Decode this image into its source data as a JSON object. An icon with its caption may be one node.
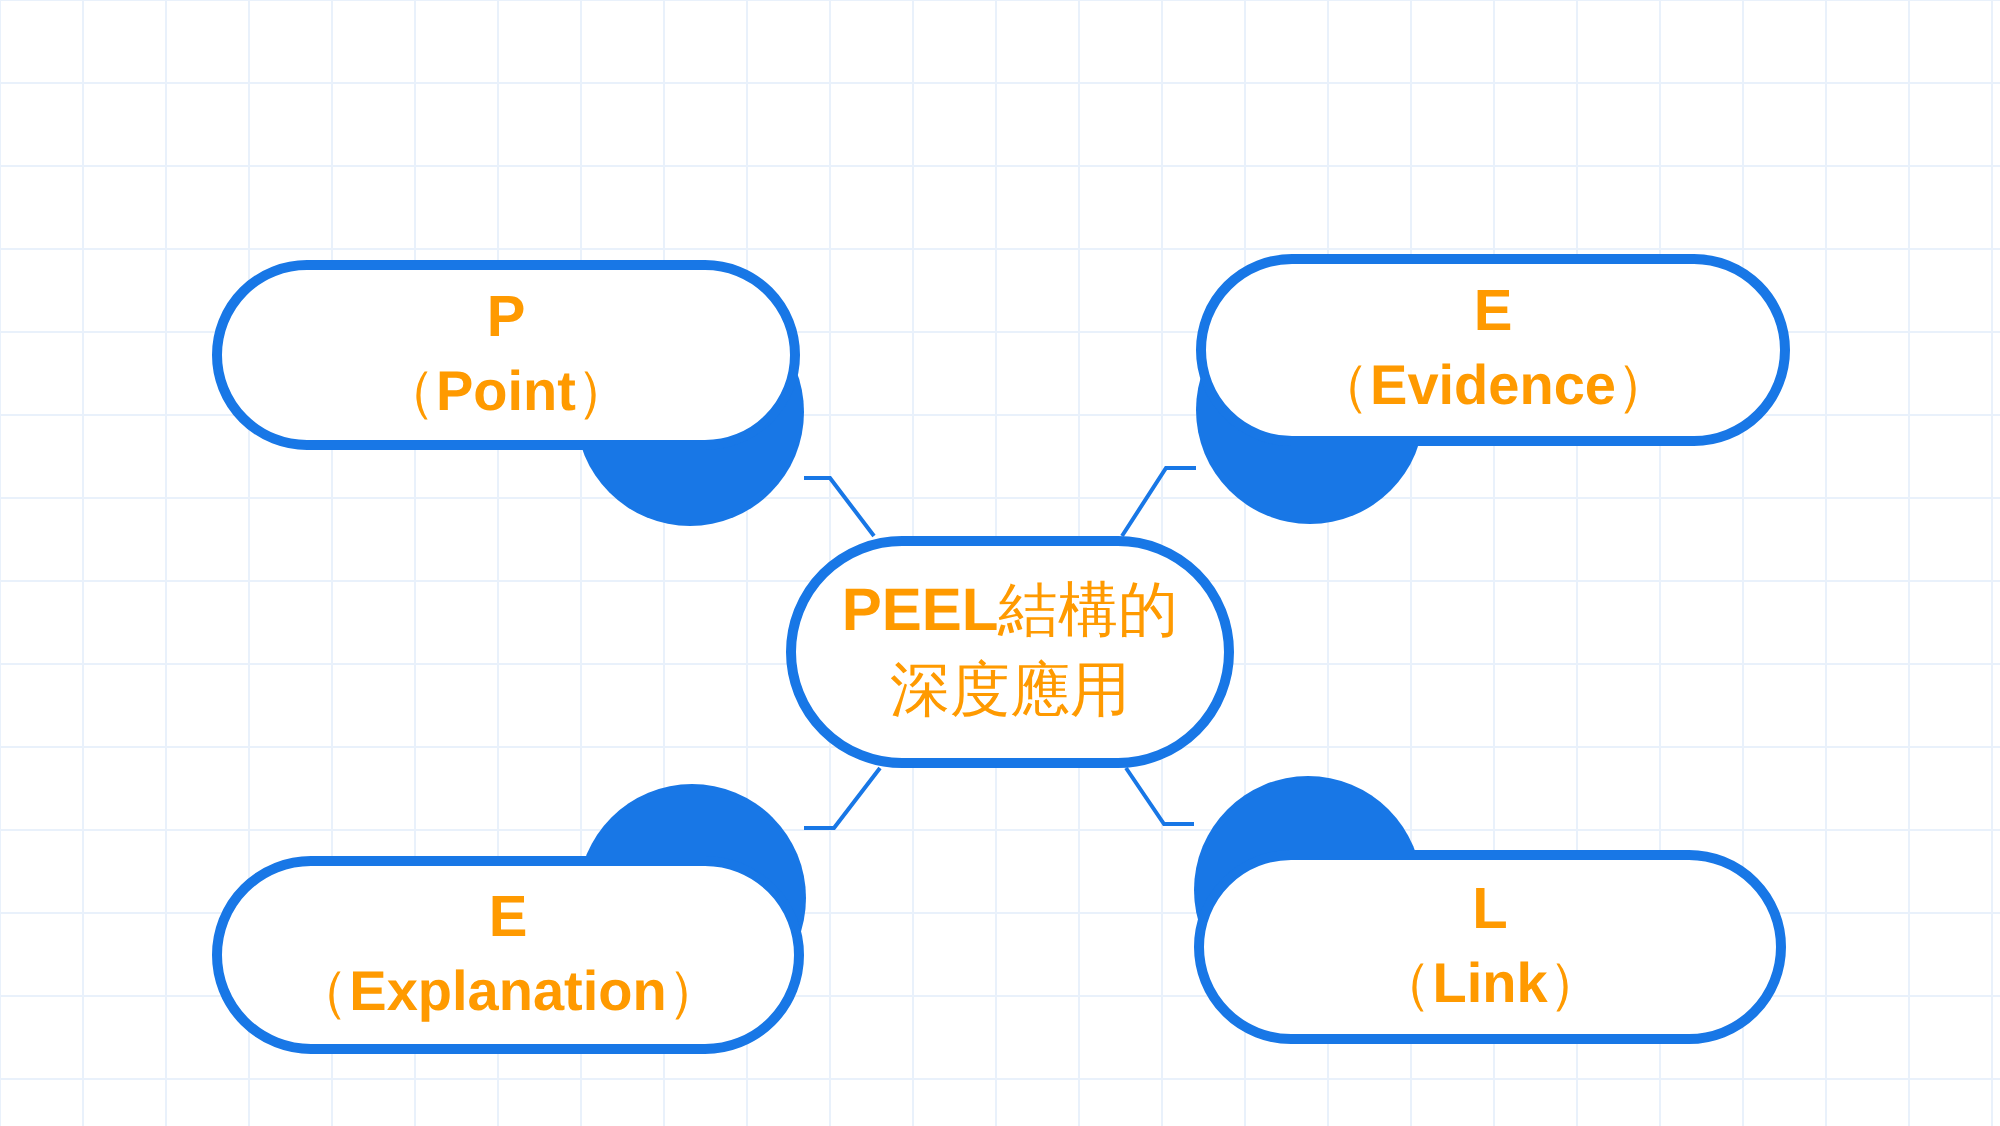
{
  "diagram": {
    "nodes": [
      {
        "text": [
          "P",
          "（**Point**）"
        ]
      },
      {
        "text": [
          "E",
          "（**Evidence**）"
        ]
      },
      {
        "text": [
          "**PEEL**結構的深度應用"
        ]
      },
      {
        "text": [
          "E",
          "（**Explanation**）"
        ]
      },
      {
        "text": [
          "L",
          "（**Link**）"
        ]
      }
    ],
    "edges": [
      {
        "from": 2,
        "to": 0,
        "arrow": "none"
      },
      {
        "from": 2,
        "to": 1,
        "arrow": "none"
      },
      {
        "from": 2,
        "to": 3,
        "arrow": "none"
      },
      {
        "from": 2,
        "to": 4,
        "arrow": "none"
      }
    ]
  }
}
